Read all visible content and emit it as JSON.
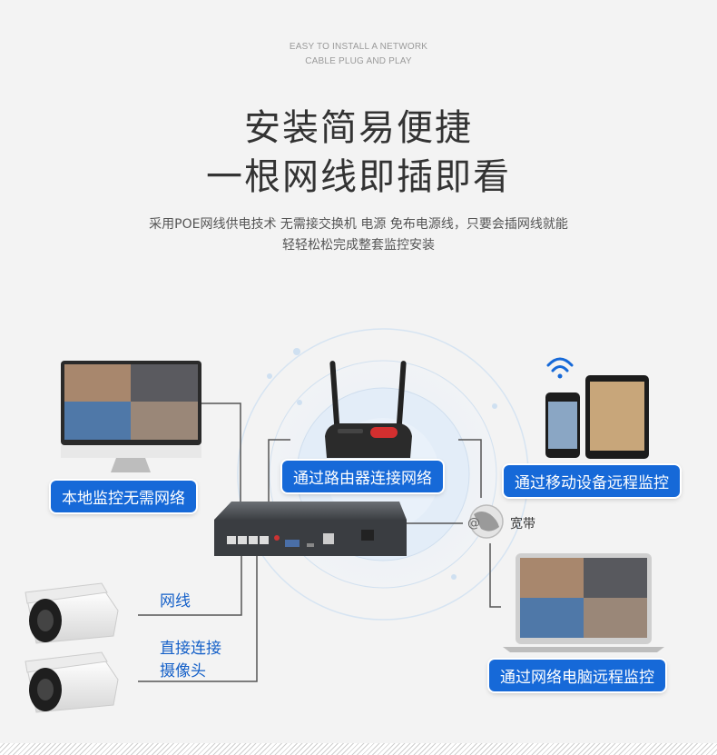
{
  "header": {
    "tagline_line1": "EASY TO INSTALL A NETWORK",
    "tagline_line2": "CABLE PLUG AND PLAY",
    "title_line1": "安装简易便捷",
    "title_line2": "一根网线即插即看",
    "desc_line1": "采用POE网线供电技术 无需接交换机 电源 免布电源线，只要会插网线就能",
    "desc_line2": "轻轻松松完成整套监控安装"
  },
  "diagram": {
    "local_monitor_label": "本地监控无需网络",
    "router_label": "通过路由器连接网络",
    "mobile_label": "通过移动设备远程监控",
    "broadband_label": "宽带",
    "cable_label": "网线",
    "direct_connect_line1": "直接连接",
    "direct_connect_line2": "摄像头",
    "laptop_label": "通过网络电脑远程监控"
  },
  "colors": {
    "accent_blue": "#1669d8",
    "background": "#f3f3f3",
    "title_text": "#333333"
  },
  "icons": [
    "wifi-icon",
    "globe-icon",
    "router-icon",
    "nvr-icon",
    "camera-icon",
    "monitor-icon",
    "phone-icon",
    "tablet-icon",
    "laptop-icon"
  ]
}
